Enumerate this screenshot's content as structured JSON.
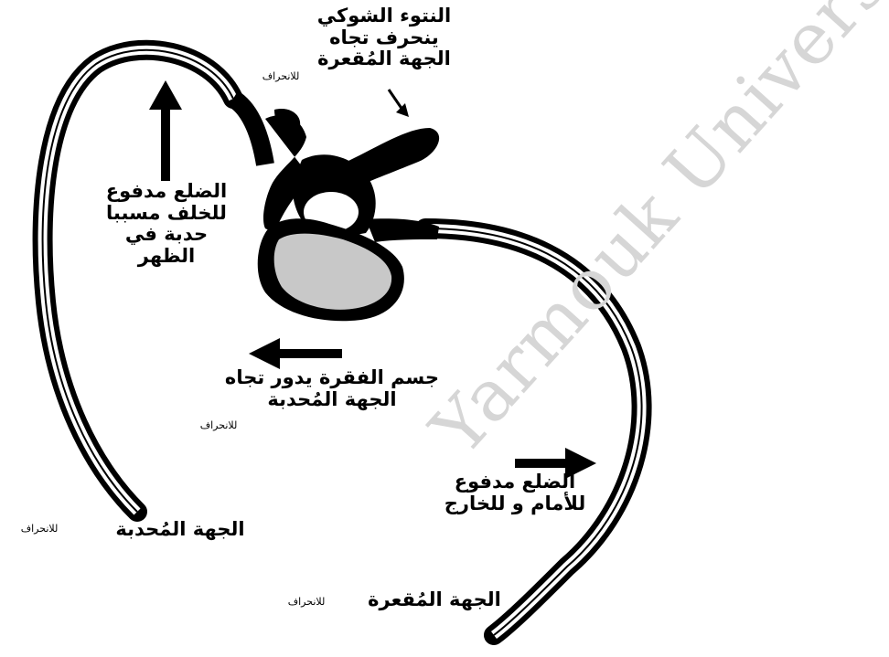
{
  "labels": {
    "spinous_process": "النتوء الشوكي\nينحرف تجاه\nالجهة المُقعرة",
    "spinous_small": "للانحراف",
    "rib_pushed_back": "الضلع مدفوع\nللخلف مسببا\nحدبة في\nالظهر",
    "vertebral_body": "جسم الفقرة يدور تجاه\nالجهة المُحدبة",
    "vertebral_small": "للانحراف",
    "rib_pushed_forward": "الضلع مدفوع\nللأمام و للخارج",
    "convex_side": "الجهة المُحدبة",
    "convex_small": "للانحراف",
    "concave_side": "الجهة المُقعرة",
    "concave_small": "للانحراف"
  },
  "watermark": "Yarmouk University",
  "colors": {
    "ink": "#000000",
    "body_fill": "#c8c8c8",
    "watermark": "#d6d6d6"
  }
}
